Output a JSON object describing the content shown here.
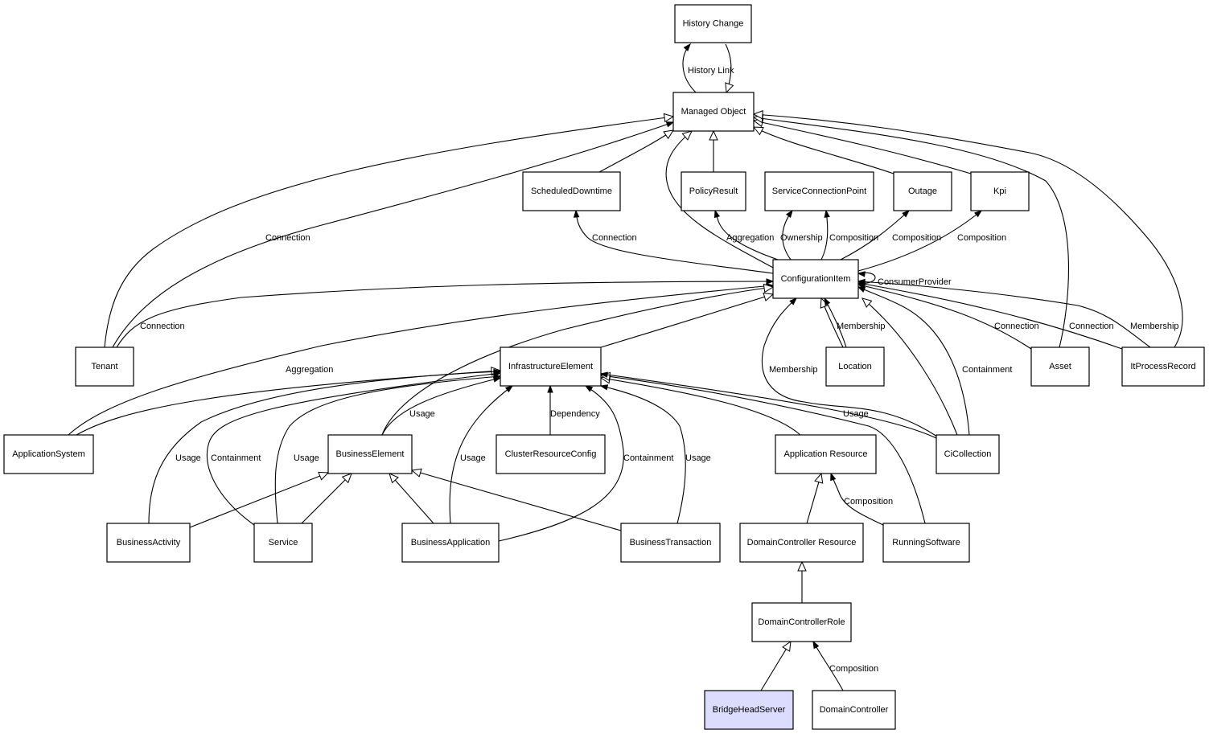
{
  "diagram": {
    "title": "Class relationship diagram",
    "colors": {
      "node_fill": "#ffffff",
      "highlight_fill": "#dcdcff",
      "stroke": "#000000"
    },
    "nodes": [
      {
        "id": "HistoryChange",
        "label": "History Change"
      },
      {
        "id": "ManagedObject",
        "label": "Managed Object"
      },
      {
        "id": "ScheduledDowntime",
        "label": "ScheduledDowntime"
      },
      {
        "id": "PolicyResult",
        "label": "PolicyResult"
      },
      {
        "id": "ServiceConnectionPoint",
        "label": "ServiceConnectionPoint"
      },
      {
        "id": "Outage",
        "label": "Outage"
      },
      {
        "id": "Kpi",
        "label": "Kpi"
      },
      {
        "id": "ConfigurationItem",
        "label": "ConfigurationItem"
      },
      {
        "id": "Tenant",
        "label": "Tenant"
      },
      {
        "id": "InfrastructureElement",
        "label": "InfrastructureElement"
      },
      {
        "id": "Location",
        "label": "Location"
      },
      {
        "id": "Asset",
        "label": "Asset"
      },
      {
        "id": "ItProcessRecord",
        "label": "ItProcessRecord"
      },
      {
        "id": "ApplicationSystem",
        "label": "ApplicationSystem"
      },
      {
        "id": "BusinessElement",
        "label": "BusinessElement"
      },
      {
        "id": "ClusterResourceConfig",
        "label": "ClusterResourceConfig"
      },
      {
        "id": "ApplicationResource",
        "label": "Application Resource"
      },
      {
        "id": "CiCollection",
        "label": "CiCollection"
      },
      {
        "id": "BusinessActivity",
        "label": "BusinessActivity"
      },
      {
        "id": "Service",
        "label": "Service"
      },
      {
        "id": "BusinessApplication",
        "label": "BusinessApplication"
      },
      {
        "id": "BusinessTransaction",
        "label": "BusinessTransaction"
      },
      {
        "id": "DomainControllerResource",
        "label": "DomainController Resource"
      },
      {
        "id": "RunningSoftware",
        "label": "RunningSoftware"
      },
      {
        "id": "DomainControllerRole",
        "label": "DomainControllerRole"
      },
      {
        "id": "BridgeHeadServer",
        "label": "BridgeHeadServer",
        "highlighted": true
      },
      {
        "id": "DomainController",
        "label": "DomainController"
      }
    ],
    "edges": [
      {
        "from": "ManagedObject",
        "to": "HistoryChange",
        "kind": "association",
        "label": "History Link"
      },
      {
        "from": "HistoryChange",
        "to": "ManagedObject",
        "kind": "inheritance",
        "label": ""
      },
      {
        "from": "Tenant",
        "to": "ManagedObject",
        "kind": "inheritance",
        "label": ""
      },
      {
        "from": "Tenant",
        "to": "ManagedObject",
        "kind": "association",
        "label": "Connection"
      },
      {
        "from": "ScheduledDowntime",
        "to": "ManagedObject",
        "kind": "inheritance",
        "label": ""
      },
      {
        "from": "ConfigurationItem",
        "to": "ManagedObject",
        "kind": "inheritance",
        "label": ""
      },
      {
        "from": "PolicyResult",
        "to": "ManagedObject",
        "kind": "inheritance",
        "label": ""
      },
      {
        "from": "Outage",
        "to": "ManagedObject",
        "kind": "inheritance",
        "label": ""
      },
      {
        "from": "Kpi",
        "to": "ManagedObject",
        "kind": "inheritance",
        "label": ""
      },
      {
        "from": "Asset",
        "to": "ManagedObject",
        "kind": "inheritance",
        "label": ""
      },
      {
        "from": "ItProcessRecord",
        "to": "ManagedObject",
        "kind": "inheritance",
        "label": ""
      },
      {
        "from": "ConfigurationItem",
        "to": "ScheduledDowntime",
        "kind": "association",
        "label": "Connection"
      },
      {
        "from": "ConfigurationItem",
        "to": "PolicyResult",
        "kind": "association",
        "label": "Aggregation"
      },
      {
        "from": "ConfigurationItem",
        "to": "ServiceConnectionPoint",
        "kind": "association",
        "label": "Ownership"
      },
      {
        "from": "ConfigurationItem",
        "to": "ServiceConnectionPoint",
        "kind": "association",
        "label": "Composition"
      },
      {
        "from": "ConfigurationItem",
        "to": "Outage",
        "kind": "association",
        "label": "Composition"
      },
      {
        "from": "ConfigurationItem",
        "to": "Kpi",
        "kind": "association",
        "label": "Composition"
      },
      {
        "from": "ConfigurationItem",
        "to": "ConfigurationItem",
        "kind": "association",
        "label": "ConsumerProvider"
      },
      {
        "from": "Tenant",
        "to": "ConfigurationItem",
        "kind": "association",
        "label": "Connection"
      },
      {
        "from": "ApplicationSystem",
        "to": "ConfigurationItem",
        "kind": "association",
        "label": "Aggregation"
      },
      {
        "from": "BusinessElement",
        "to": "ConfigurationItem",
        "kind": "inheritance",
        "label": ""
      },
      {
        "from": "InfrastructureElement",
        "to": "ConfigurationItem",
        "kind": "inheritance",
        "label": ""
      },
      {
        "from": "CiCollection",
        "to": "ConfigurationItem",
        "kind": "association",
        "label": "Membership"
      },
      {
        "from": "Location",
        "to": "ConfigurationItem",
        "kind": "inheritance",
        "label": ""
      },
      {
        "from": "Location",
        "to": "ConfigurationItem",
        "kind": "association",
        "label": "Membership"
      },
      {
        "from": "CiCollection",
        "to": "ConfigurationItem",
        "kind": "inheritance",
        "label": ""
      },
      {
        "from": "CiCollection",
        "to": "ConfigurationItem",
        "kind": "association",
        "label": "Containment"
      },
      {
        "from": "Asset",
        "to": "ConfigurationItem",
        "kind": "association",
        "label": "Connection"
      },
      {
        "from": "ItProcessRecord",
        "to": "ConfigurationItem",
        "kind": "association",
        "label": "Connection"
      },
      {
        "from": "ItProcessRecord",
        "to": "ConfigurationItem",
        "kind": "association",
        "label": "Membership"
      },
      {
        "from": "ApplicationSystem",
        "to": "InfrastructureElement",
        "kind": "inheritance",
        "label": ""
      },
      {
        "from": "BusinessActivity",
        "to": "InfrastructureElement",
        "kind": "association",
        "label": "Usage"
      },
      {
        "from": "Service",
        "to": "InfrastructureElement",
        "kind": "association",
        "label": "Containment"
      },
      {
        "from": "Service",
        "to": "InfrastructureElement",
        "kind": "association",
        "label": "Usage"
      },
      {
        "from": "BusinessElement",
        "to": "InfrastructureElement",
        "kind": "association",
        "label": "Usage"
      },
      {
        "from": "BusinessApplication",
        "to": "InfrastructureElement",
        "kind": "association",
        "label": "Usage"
      },
      {
        "from": "ClusterResourceConfig",
        "to": "InfrastructureElement",
        "kind": "association",
        "label": "Dependency"
      },
      {
        "from": "BusinessApplication",
        "to": "InfrastructureElement",
        "kind": "association",
        "label": "Containment"
      },
      {
        "from": "BusinessTransaction",
        "to": "InfrastructureElement",
        "kind": "association",
        "label": "Usage"
      },
      {
        "from": "ApplicationResource",
        "to": "InfrastructureElement",
        "kind": "inheritance",
        "label": ""
      },
      {
        "from": "RunningSoftware",
        "to": "InfrastructureElement",
        "kind": "inheritance",
        "label": ""
      },
      {
        "from": "CiCollection",
        "to": "InfrastructureElement",
        "kind": "association",
        "label": "Usage"
      },
      {
        "from": "BusinessActivity",
        "to": "BusinessElement",
        "kind": "inheritance",
        "label": ""
      },
      {
        "from": "Service",
        "to": "BusinessElement",
        "kind": "inheritance",
        "label": ""
      },
      {
        "from": "BusinessApplication",
        "to": "BusinessElement",
        "kind": "inheritance",
        "label": ""
      },
      {
        "from": "BusinessTransaction",
        "to": "BusinessElement",
        "kind": "inheritance",
        "label": ""
      },
      {
        "from": "DomainControllerResource",
        "to": "ApplicationResource",
        "kind": "inheritance",
        "label": ""
      },
      {
        "from": "RunningSoftware",
        "to": "ApplicationResource",
        "kind": "association",
        "label": "Composition"
      },
      {
        "from": "DomainControllerRole",
        "to": "DomainControllerResource",
        "kind": "inheritance",
        "label": ""
      },
      {
        "from": "BridgeHeadServer",
        "to": "DomainControllerRole",
        "kind": "inheritance",
        "label": ""
      },
      {
        "from": "DomainController",
        "to": "DomainControllerRole",
        "kind": "association",
        "label": "Composition"
      }
    ]
  }
}
